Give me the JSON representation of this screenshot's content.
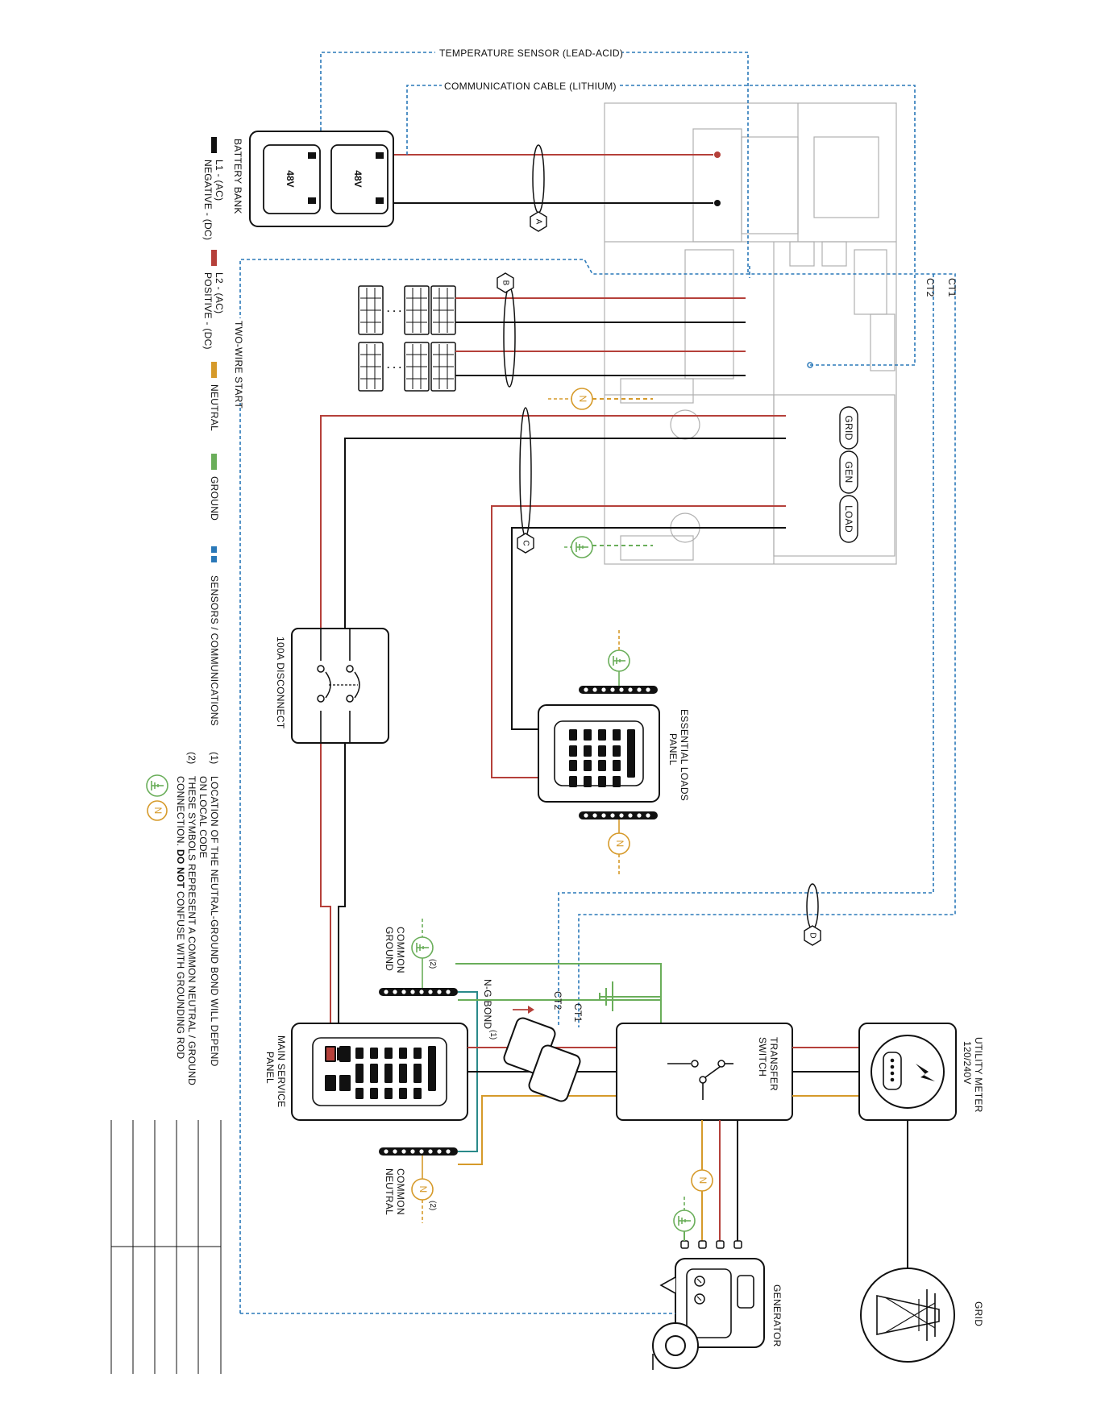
{
  "colors": {
    "l1_negative": "#111111",
    "l2_positive": "#b5403a",
    "neutral": "#d69a2a",
    "ground": "#6aae5a",
    "sensor": "#2a78b8",
    "ng_bond": "#2a8a8a",
    "inverter_outline": "#b0b0b0"
  },
  "top_labels": {
    "temp_sensor": "TEMPERATURE SENSOR (LEAD-ACID)",
    "comm_cable": "COMMUNICATION CABLE (LITHIUM)"
  },
  "battery": {
    "title": "BATTERY BANK",
    "cells": [
      "48V",
      "48V"
    ]
  },
  "legend": [
    {
      "key": "l1",
      "line1": "L1 - (AC)",
      "line2": "NEGATIVE - (DC)"
    },
    {
      "key": "l2",
      "line1": "L2 - (AC)",
      "line2": "POSITIVE - (DC)"
    },
    {
      "key": "neutral",
      "line1": "NEUTRAL",
      "line2": ""
    },
    {
      "key": "ground",
      "line1": "GROUND",
      "line2": ""
    },
    {
      "key": "sensor",
      "line1": "SENSORS / COMMUNICATIONS",
      "line2": ""
    }
  ],
  "two_wire_start": "TWO-WIRE START",
  "ct_labels": {
    "ct1": "CT1",
    "ct2": "CT2"
  },
  "badges": {
    "a": "A",
    "b": "B",
    "c": "C",
    "d": "D"
  },
  "neutral_symbol": "N",
  "inverter_ports": {
    "grid": "GRID",
    "gen": "GEN",
    "load": "LOAD"
  },
  "components": {
    "disconnect": "100A DISCONNECT",
    "essential_loads": [
      "ESSENTIAL LOADS",
      "PANEL"
    ],
    "main_service": [
      "MAIN SERVICE",
      "PANEL"
    ],
    "transfer_switch": [
      "TRANSFER",
      "SWITCH"
    ],
    "utility_meter": [
      "UTILITY METER",
      "120/240V"
    ],
    "grid": "GRID",
    "generator": "GENERATOR"
  },
  "bus_labels": {
    "common_ground": [
      "COMMON",
      "GROUND"
    ],
    "common_neutral": [
      "COMMON",
      "NEUTRAL"
    ],
    "ref2": "(2)",
    "ng_bond": "N-G BOND",
    "ref1": "(1)"
  },
  "notes": [
    {
      "num": "(1)",
      "lines": [
        "LOCATION OF THE NEUTRAL-GROUND BOND WILL DEPEND",
        "ON LOCAL CODE"
      ]
    },
    {
      "num": "(2)",
      "lines": [
        "THESE SYMBOLS REPRESENT A COMMON NEUTRAL / GROUND",
        "CONNECTION. ",
        "DO NOT",
        " CONFUSE WITH GROUNDING ROD"
      ]
    }
  ]
}
